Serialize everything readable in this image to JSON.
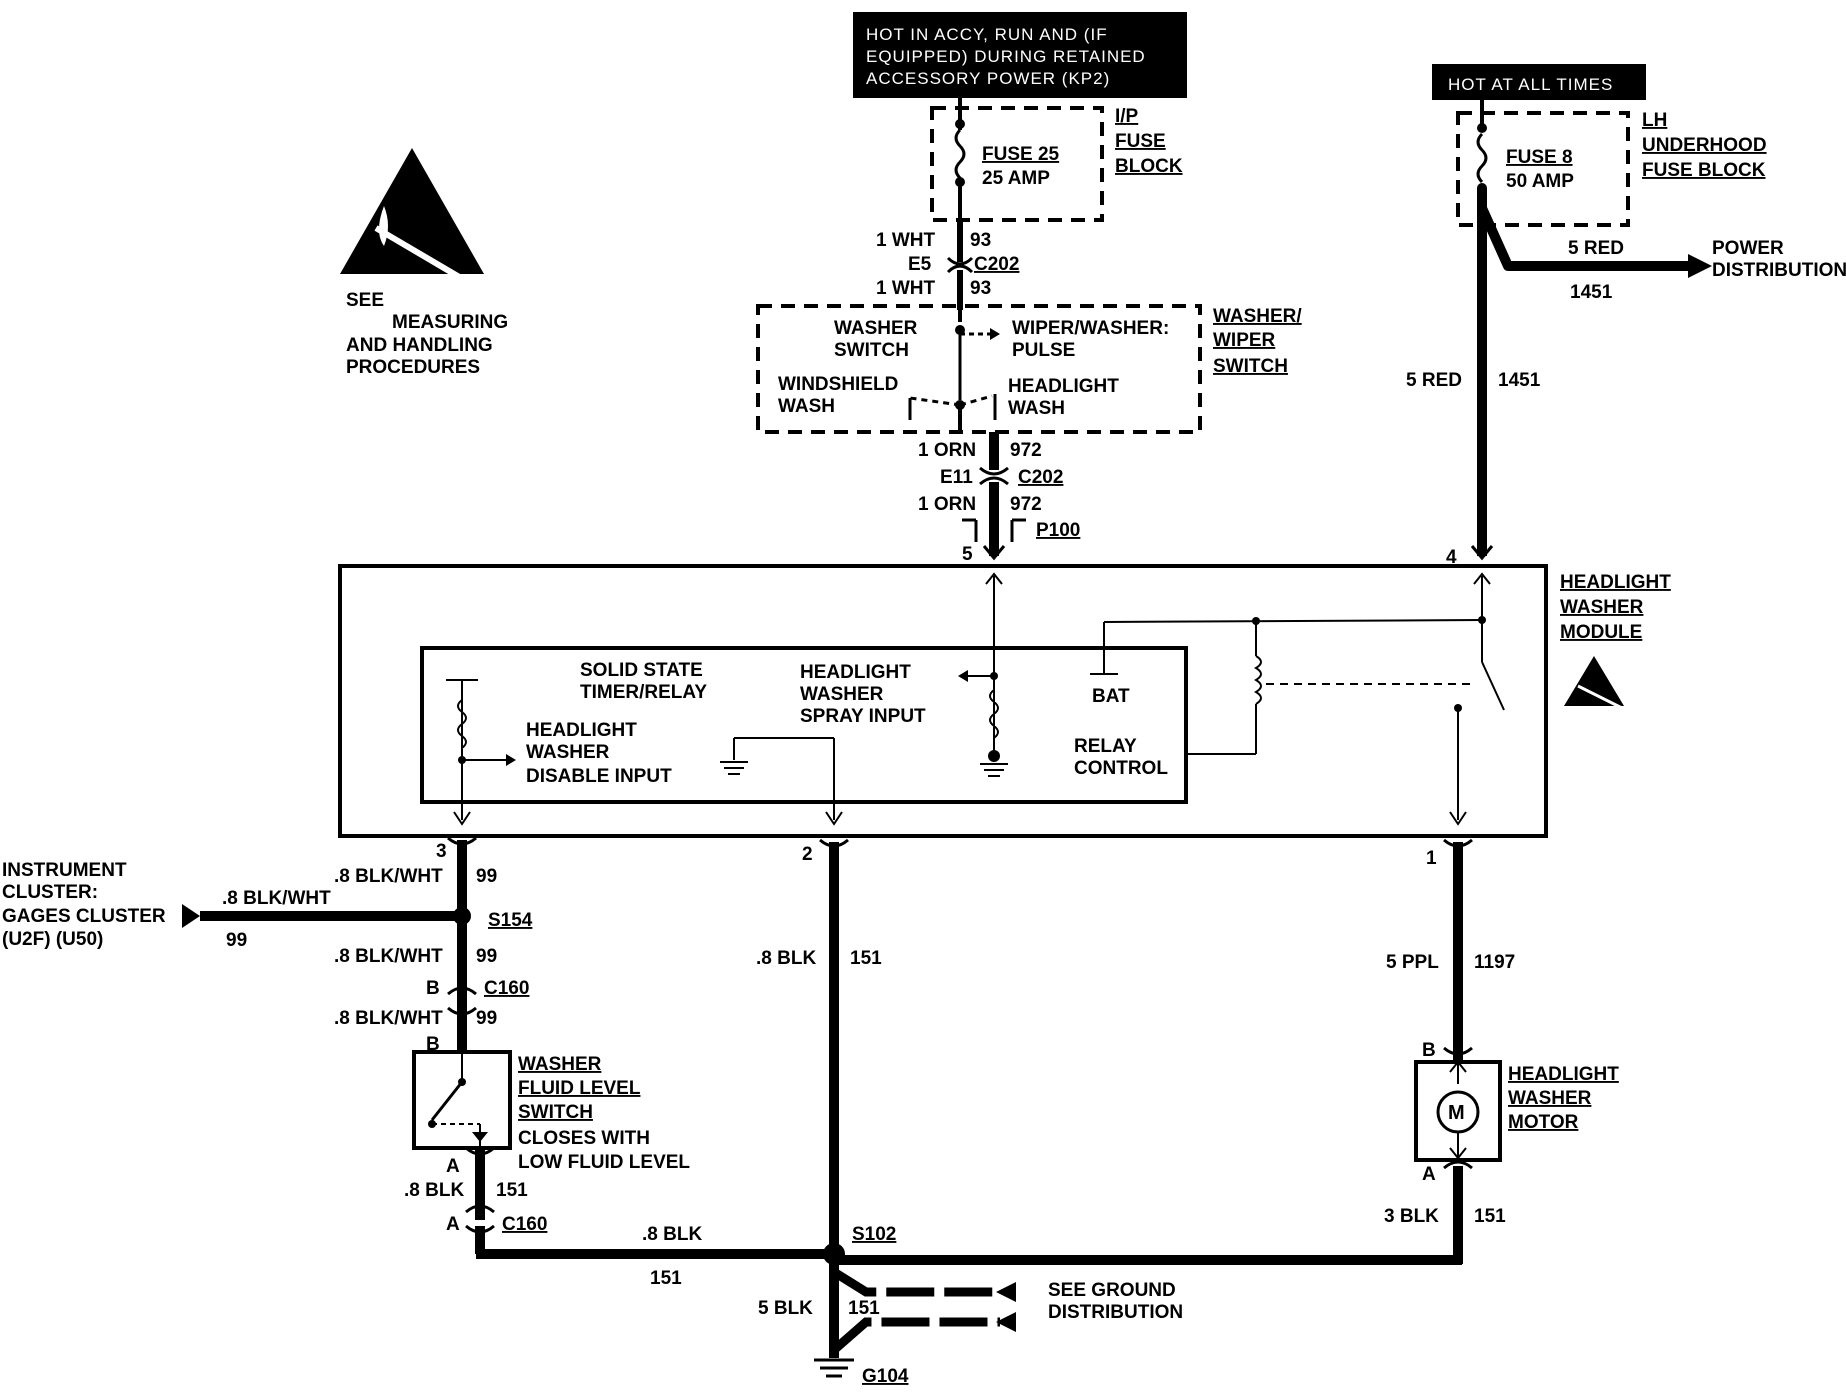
{
  "power": {
    "acc_line1": "HOT IN ACCY, RUN AND (IF",
    "acc_line2": "EQUIPPED) DURING RETAINED",
    "acc_line3": "ACCESSORY POWER (KP2)",
    "always": "HOT AT ALL TIMES"
  },
  "fuse25": {
    "name": "FUSE 25",
    "amp": "25 AMP",
    "block1": "I/P",
    "block2": "FUSE",
    "block3": "BLOCK"
  },
  "fuse8": {
    "name": "FUSE 8",
    "amp": "50 AMP",
    "block1": "LH",
    "block2": "UNDERHOOD",
    "block3": "FUSE BLOCK"
  },
  "esd": {
    "line1": "SEE",
    "line2": "MEASURING",
    "line3": "AND HANDLING",
    "line4": "PROCEDURES"
  },
  "wires": {
    "wht_top": "1 WHT",
    "c93_top": "93",
    "e5": "E5",
    "c202_a": "C202",
    "wht_bot": "1 WHT",
    "c93_bot": "93",
    "orn_top": "1 ORN",
    "c972_top": "972",
    "e11": "E11",
    "c202_b": "C202",
    "orn_bot": "1 ORN",
    "c972_bot": "972",
    "p100": "P100",
    "pin5": "5",
    "red_branch": "5 RED",
    "c1451_branch": "1451",
    "power_dist1": "POWER",
    "power_dist2": "DISTRIBUTION",
    "red_main": "5 RED",
    "c1451_main": "1451",
    "pin4": "4",
    "pin3": "3",
    "bw1": ".8 BLK/WHT",
    "c99_1": "99",
    "ic_bw": ".8 BLK/WHT",
    "ic_99": "99",
    "s154": "S154",
    "bw2": ".8 BLK/WHT",
    "c99_2": "99",
    "b1": "B",
    "c160_a": "C160",
    "bw3": ".8 BLK/WHT",
    "c99_3": "99",
    "b2": "B",
    "pin2": "2",
    "blk_mid": ".8 BLK",
    "c151_mid": "151",
    "pin1": "1",
    "ppl": "5 PPL",
    "c1197": "1197",
    "a1": "A",
    "blk_l": ".8 BLK",
    "c151_l": "151",
    "a2": "A",
    "c160_b": "C160",
    "blk_h": ".8 BLK",
    "c151_h": "151",
    "s102": "S102",
    "blk_5": "5 BLK",
    "c151_5": "151",
    "g104": "G104",
    "gnd1": "SEE GROUND",
    "gnd2": "DISTRIBUTION",
    "mb": "B",
    "ma": "A",
    "blk_3": "3 BLK",
    "c151_r": "151"
  },
  "washer_switch": {
    "washer": "WASHER",
    "switch": "SWITCH",
    "wiper_pulse1": "WIPER/WASHER:",
    "wiper_pulse2": "PULSE",
    "windshield1": "WINDSHIELD",
    "windshield2": "WASH",
    "headlight1": "HEADLIGHT",
    "headlight2": "WASH",
    "comp1": "WASHER/",
    "comp2": "WIPER",
    "comp3": "SWITCH"
  },
  "module": {
    "name1": "HEADLIGHT",
    "name2": "WASHER",
    "name3": "MODULE",
    "timer1": "SOLID STATE",
    "timer2": "TIMER/RELAY",
    "spray1": "HEADLIGHT",
    "spray2": "WASHER",
    "spray3": "SPRAY INPUT",
    "disable1": "HEADLIGHT",
    "disable2": "WASHER",
    "disable3": "DISABLE INPUT",
    "bat": "BAT",
    "relay1": "RELAY",
    "relay2": "CONTROL"
  },
  "instrument": {
    "line1": "INSTRUMENT",
    "line2": "CLUSTER:",
    "line3": "GAGES CLUSTER",
    "line4": "(U2F) (U50)"
  },
  "fluid_switch": {
    "line1": "WASHER",
    "line2": "FLUID LEVEL",
    "line3": "SWITCH",
    "line4": "CLOSES WITH",
    "line5": "LOW FLUID LEVEL"
  },
  "motor": {
    "symbol": "M",
    "line1": "HEADLIGHT",
    "line2": "WASHER",
    "line3": "MOTOR"
  }
}
